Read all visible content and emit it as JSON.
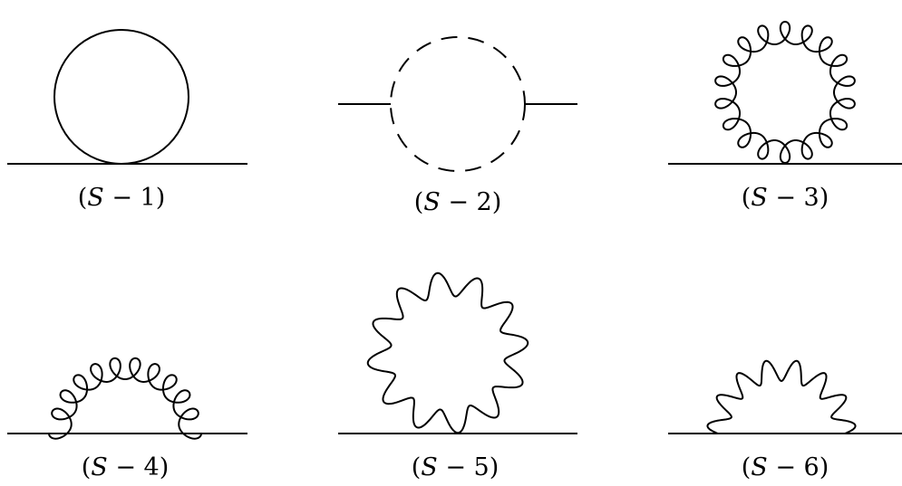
{
  "figure": {
    "diagrams": [
      {
        "caption": "(S − 1)",
        "caption_var": "S",
        "caption_pre": "(",
        "caption_post": " − 1)",
        "line_style": "solid-loop"
      },
      {
        "caption": "(S − 2)",
        "caption_var": "S",
        "caption_pre": "(",
        "caption_post": " − 2)",
        "line_style": "dashed-loop"
      },
      {
        "caption": "(S − 3)",
        "caption_var": "S",
        "caption_pre": "(",
        "caption_post": " − 3)",
        "line_style": "gluon-loop"
      },
      {
        "caption": "(S − 4)",
        "caption_var": "S",
        "caption_pre": "(",
        "caption_post": " − 4)",
        "line_style": "gluon-arc"
      },
      {
        "caption": "(S − 5)",
        "caption_var": "S",
        "caption_pre": "(",
        "caption_post": " − 5)",
        "line_style": "photon-loop"
      },
      {
        "caption": "(S − 6)",
        "caption_var": "S",
        "caption_pre": "(",
        "caption_post": " − 6)",
        "line_style": "photon-arc"
      }
    ],
    "stroke_color": "#000000",
    "background_color": "#ffffff"
  }
}
